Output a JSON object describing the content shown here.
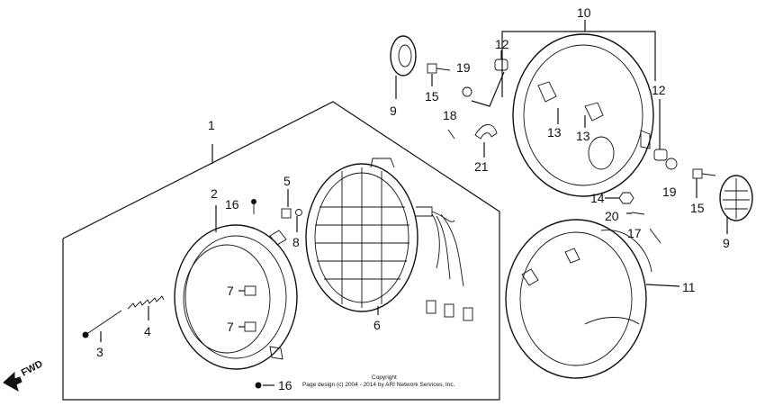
{
  "diagram": {
    "callouts": [
      {
        "id": "c1",
        "text": "1"
      },
      {
        "id": "c2",
        "text": "2"
      },
      {
        "id": "c3",
        "text": "3"
      },
      {
        "id": "c4",
        "text": "4"
      },
      {
        "id": "c5",
        "text": "5"
      },
      {
        "id": "c6",
        "text": "6"
      },
      {
        "id": "c7a",
        "text": "7"
      },
      {
        "id": "c7b",
        "text": "7"
      },
      {
        "id": "c8",
        "text": "8"
      },
      {
        "id": "c9a",
        "text": "9"
      },
      {
        "id": "c9b",
        "text": "9"
      },
      {
        "id": "c10",
        "text": "10"
      },
      {
        "id": "c11",
        "text": "11"
      },
      {
        "id": "c12a",
        "text": "12"
      },
      {
        "id": "c12b",
        "text": "12"
      },
      {
        "id": "c13a",
        "text": "13"
      },
      {
        "id": "c13b",
        "text": "13"
      },
      {
        "id": "c14",
        "text": "14"
      },
      {
        "id": "c15a",
        "text": "15"
      },
      {
        "id": "c15b",
        "text": "15"
      },
      {
        "id": "c16a",
        "text": "16"
      },
      {
        "id": "c16b",
        "text": "16"
      },
      {
        "id": "c17",
        "text": "17"
      },
      {
        "id": "c18",
        "text": "18"
      },
      {
        "id": "c19a",
        "text": "19"
      },
      {
        "id": "c19b",
        "text": "19"
      },
      {
        "id": "c20",
        "text": "20"
      },
      {
        "id": "c21",
        "text": "21"
      }
    ],
    "direction_label": "FWD",
    "copyright_line1": "Copyright",
    "copyright_line2": "Page design (c) 2004 - 2014 by ARI Network Services, Inc."
  }
}
